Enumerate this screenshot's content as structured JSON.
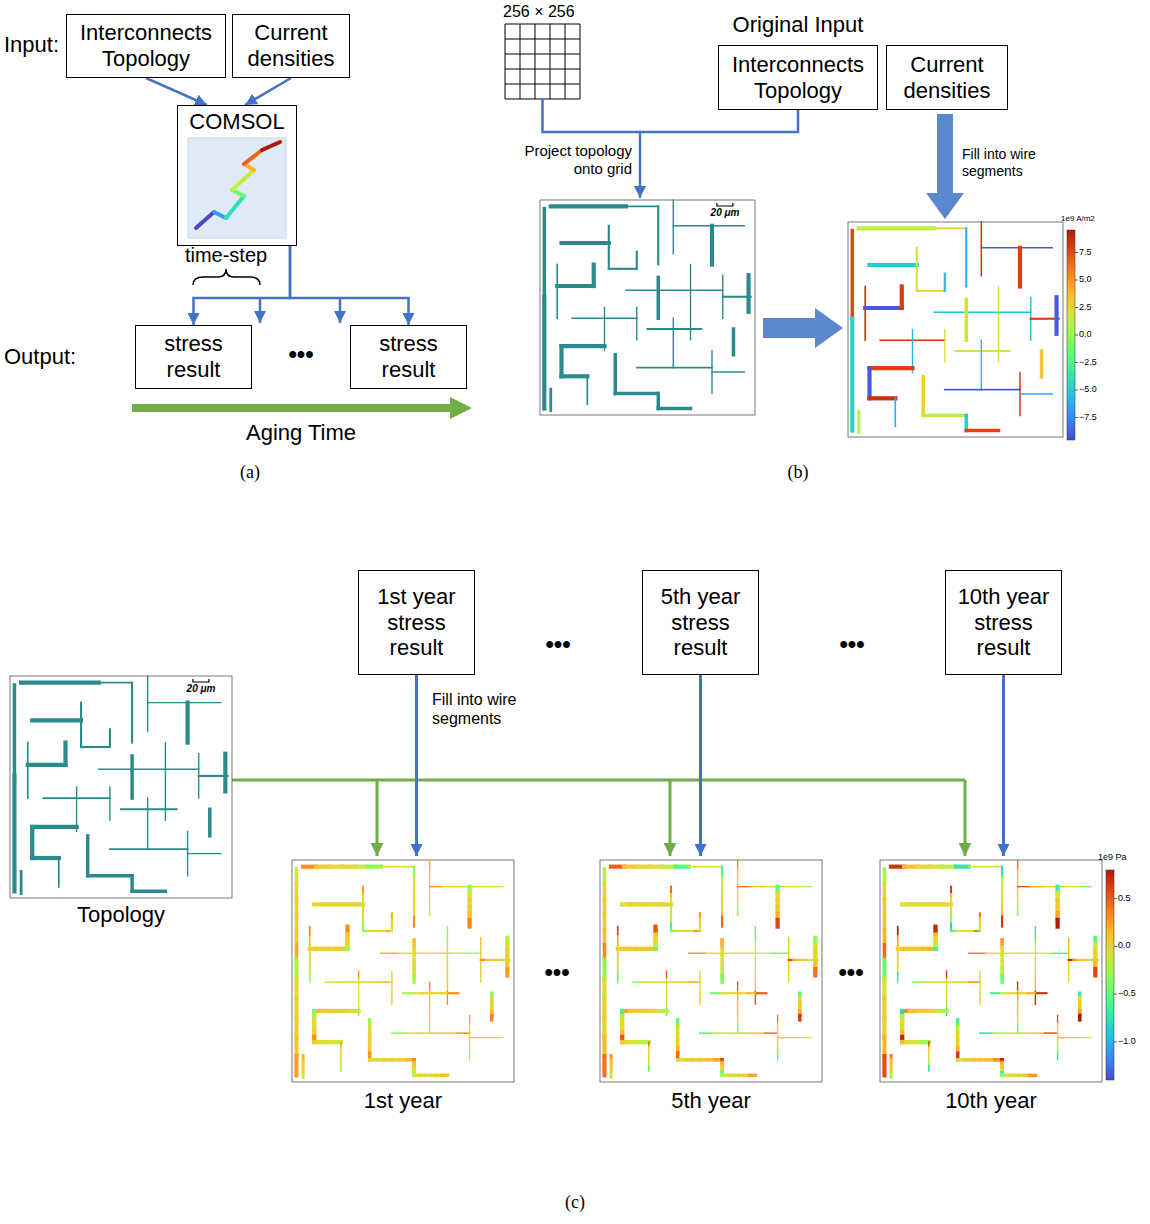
{
  "diagram": {
    "nodes": [
      {
        "text": [
          "Interconnects Topology"
        ]
      },
      {
        "text": [
          "Current densities"
        ]
      },
      {
        "text": [
          "COMSOL"
        ]
      },
      {
        "text": [
          "stress result"
        ]
      },
      {
        "text": [
          "stress result"
        ]
      },
      {
        "text": [
          "Interconnects Topology"
        ]
      },
      {
        "text": [
          "Current densities"
        ]
      },
      {
        "text": [
          "1st year",
          "stress result"
        ]
      },
      {
        "text": [
          "5th year",
          "stress result"
        ]
      },
      {
        "text": [
          "10th year",
          "stress result"
        ]
      }
    ],
    "edges": [
      {
        "from": 0,
        "to": 2,
        "arrow": "to"
      },
      {
        "from": 1,
        "to": 2,
        "arrow": "to"
      },
      {
        "from": 2,
        "to": 3,
        "arrow": "to"
      },
      {
        "from": 2,
        "to": 4,
        "arrow": "to"
      }
    ],
    "labels": [
      "Input:",
      "time-step",
      "Output:",
      "•••",
      "Aging Time",
      "(a)",
      "256 × 256",
      "Original Input",
      "Project topology onto grid",
      "Fill into wire segments",
      "20 μm",
      "1e9 A/m2",
      "7.5",
      "5.0",
      "2.5",
      "0.0",
      "−2.5",
      "−5.0",
      "−7.5",
      "(b)",
      "•••",
      "•••",
      "Fill into wire segments",
      "20 μm",
      "Topology",
      "•••",
      "•••",
      "1st year",
      "5th year",
      "10th year",
      "1e9 Pa",
      "0.5",
      "0.0",
      "−0.5",
      "−1.0",
      "(c)"
    ]
  }
}
